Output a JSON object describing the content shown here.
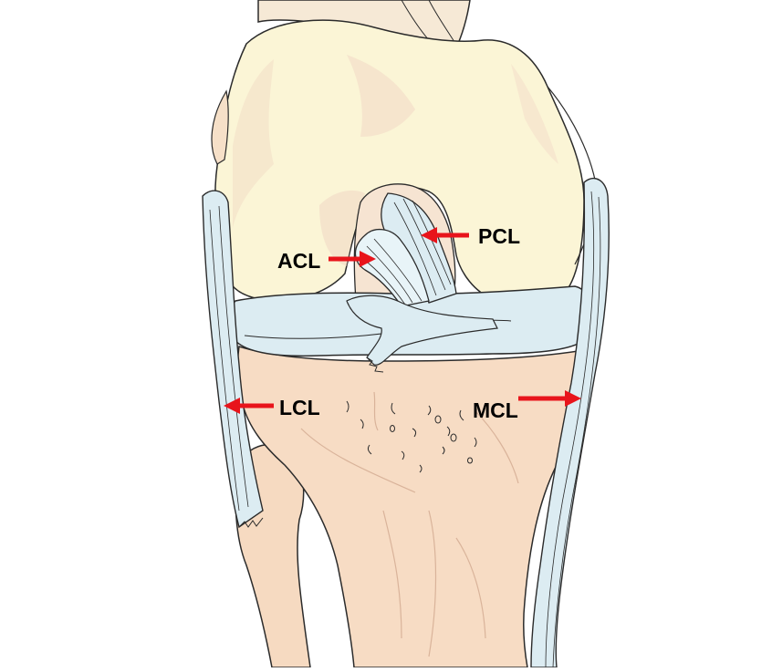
{
  "labels": {
    "acl": "ACL",
    "pcl": "PCL",
    "lcl": "LCL",
    "mcl": "MCL"
  },
  "colors": {
    "background": "#ffffff",
    "femur": "#fbf5d6",
    "femur_shade": "#f3dcc7",
    "tibia": "#f7dcc4",
    "fibula": "#f6dac1",
    "ligament": "#dcecf2",
    "ligament_light": "#e8f4f8",
    "outline": "#2b2b2b",
    "arrow": "#e8141b",
    "label": "#000000"
  }
}
